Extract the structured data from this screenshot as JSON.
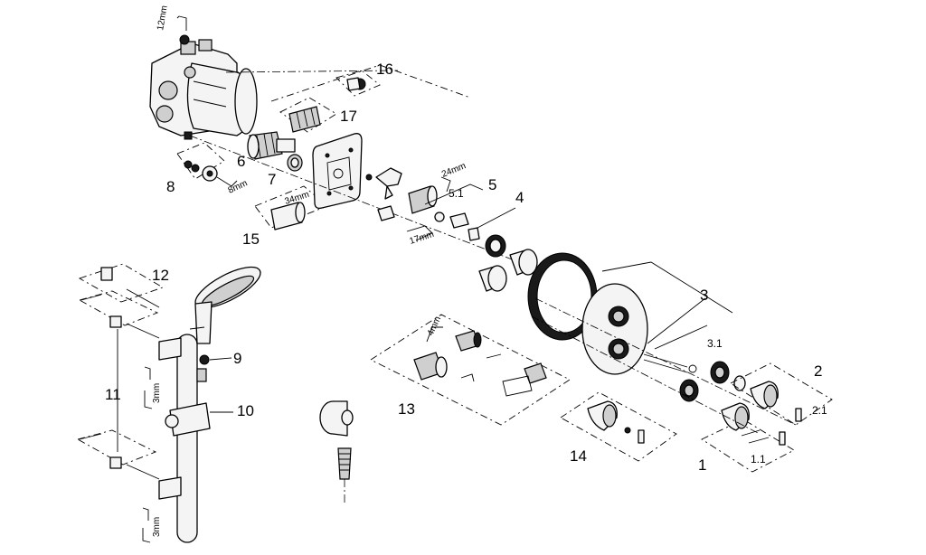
{
  "diagram": {
    "callouts": {
      "p1": "1",
      "p1_1": "1.1",
      "p2": "2",
      "p2_1": "2.1",
      "p3": "3",
      "p3_1": "3.1",
      "p4": "4",
      "p5": "5",
      "p5_1": "5.1",
      "p6": "6",
      "p7": "7",
      "p8": "8",
      "p9": "9",
      "p10": "10",
      "p11": "11",
      "p12": "12",
      "p13": "13",
      "p14": "14",
      "p15": "15",
      "p16": "16",
      "p17": "17"
    },
    "dimensions": {
      "hex_12": "12mm",
      "hex_8": "8mm",
      "wrench_34": "34mm",
      "wrench_24": "24mm",
      "wrench_17": "17mm",
      "hex_4": "4mm",
      "hex_3_top": "3mm",
      "hex_3_bottom": "3mm"
    }
  }
}
